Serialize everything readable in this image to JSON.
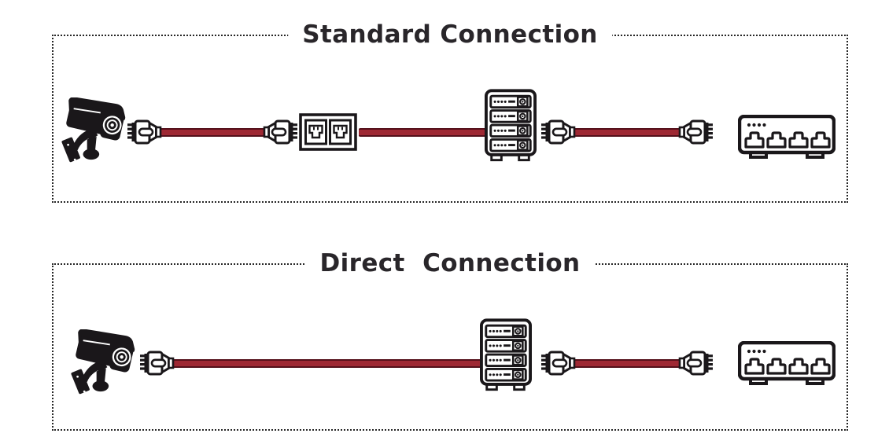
{
  "page": {
    "background": "#ffffff"
  },
  "colors": {
    "icon_ink": "#1a171a",
    "cable_red": "#9e2833",
    "cable_edge": "#54101a",
    "panel_border": "#262626",
    "title_text": "#29262a"
  },
  "sections": [
    {
      "id": "standard",
      "title": "Standard Connection",
      "nodes": [
        "cctv-camera",
        "rj45-plug",
        "ethernet-cable",
        "rj45-plug",
        "dual-port-wall-plate",
        "ethernet-cable",
        "server-rack",
        "rj45-plug",
        "ethernet-cable",
        "rj45-plug",
        "network-switch"
      ]
    },
    {
      "id": "direct",
      "title": "Direct  Connection",
      "nodes": [
        "cctv-camera",
        "rj45-plug",
        "ethernet-cable",
        "server-rack",
        "rj45-plug",
        "ethernet-cable",
        "rj45-plug",
        "network-switch"
      ]
    }
  ],
  "icons": {
    "camera": "cctv-camera-icon",
    "plug": "rj45-plug-icon",
    "cable": "ethernet-cable",
    "wall_plate": "dual-port-wall-plate-icon",
    "server": "server-rack-icon",
    "switch": "network-switch-icon"
  }
}
